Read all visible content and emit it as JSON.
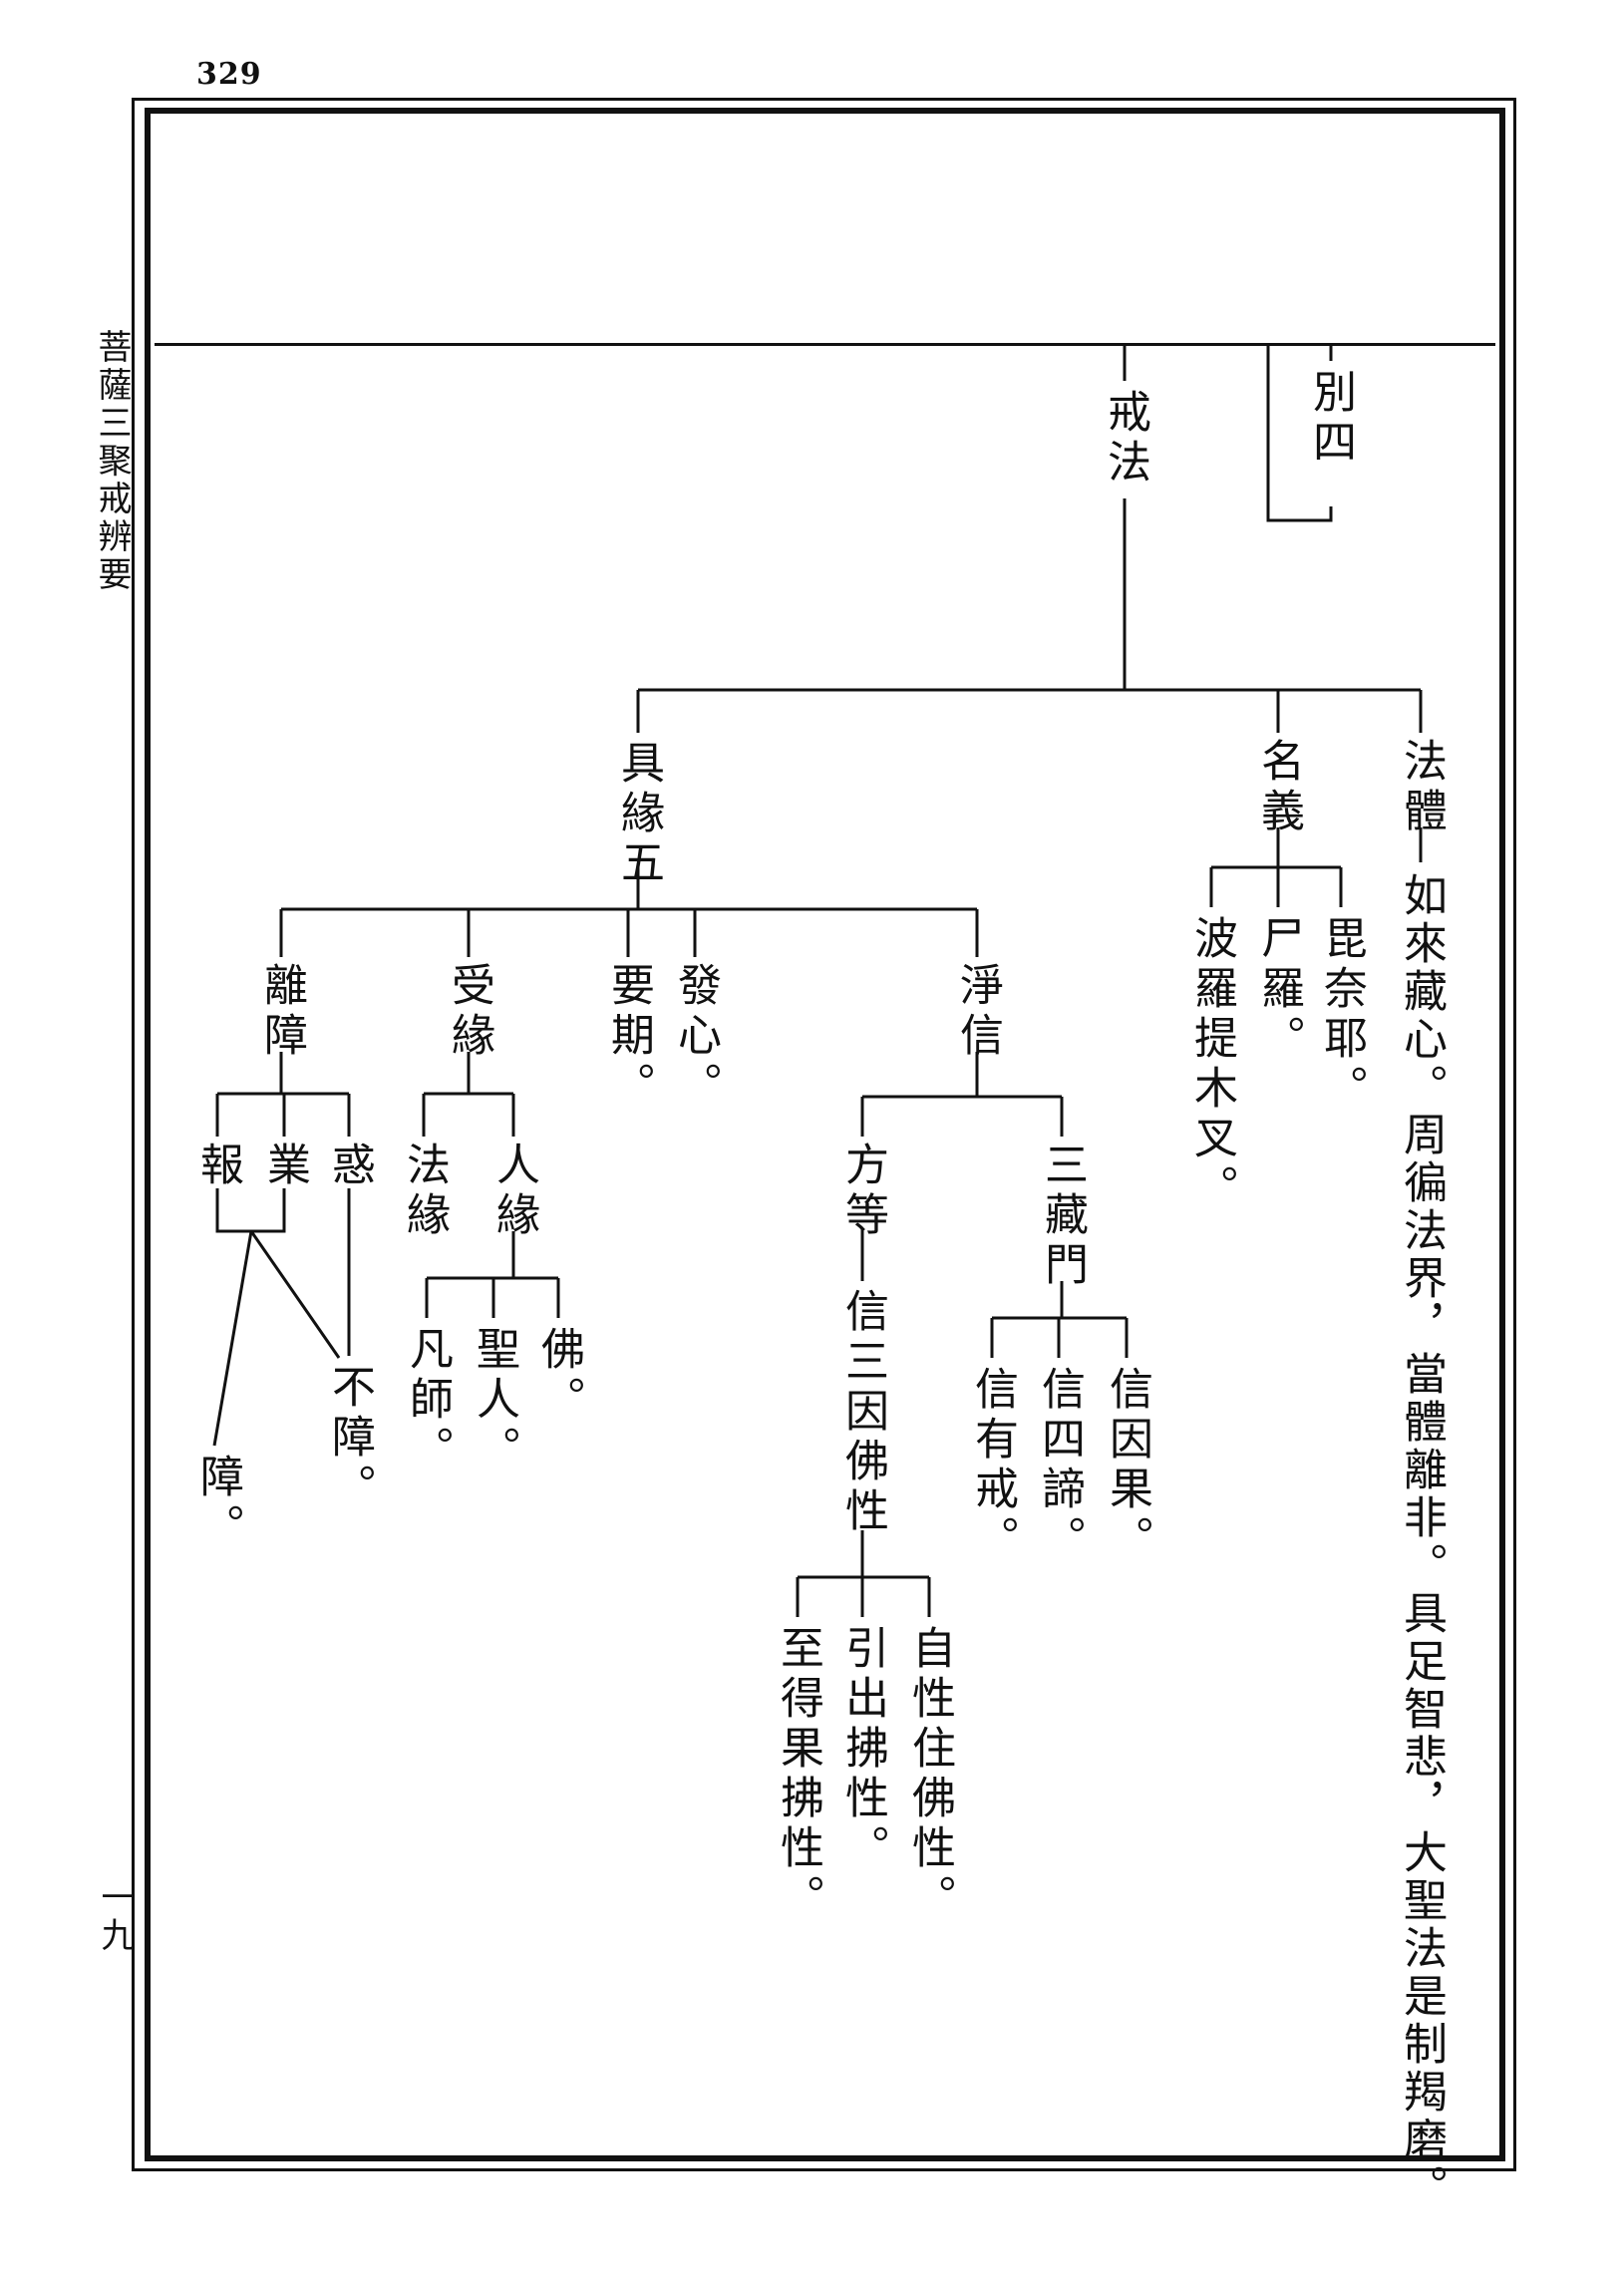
{
  "page_number": "329",
  "running_title": "菩薩三聚戒辨要",
  "folio": "一九",
  "tree": {
    "root": "戒法",
    "branch_bie": "別四",
    "fati": "法體",
    "fati_text": "如來藏心。周徧法界，當體離非。具足智悲，大聖法是制羯磨。",
    "mingyi": "名義",
    "mingyi_items": [
      "毘奈耶。",
      "尸羅。",
      "波羅提木叉。"
    ],
    "juyuan": "具緣五",
    "jingxin": "淨信",
    "faxin": "發心。",
    "yaoqi": "要期。",
    "shouyuan": "受緣",
    "lizhang": "離障",
    "sanzang": "三藏門",
    "sanzang_items": [
      "信因果。",
      "信四諦。",
      "信有戒。"
    ],
    "fangdeng": "方等",
    "fangdeng_xin": "信三因佛性",
    "foxing_items": [
      "自性住佛性。",
      "引出拂性。",
      "至得果拂性。"
    ],
    "renyuan": "人緣",
    "renyuan_items": [
      "佛。",
      "聖人。",
      "凡師。"
    ],
    "fayuan": "法緣",
    "lizhang_items": [
      "惑",
      "業",
      "報"
    ],
    "buzhang": "不障。",
    "zhang": "障。"
  }
}
